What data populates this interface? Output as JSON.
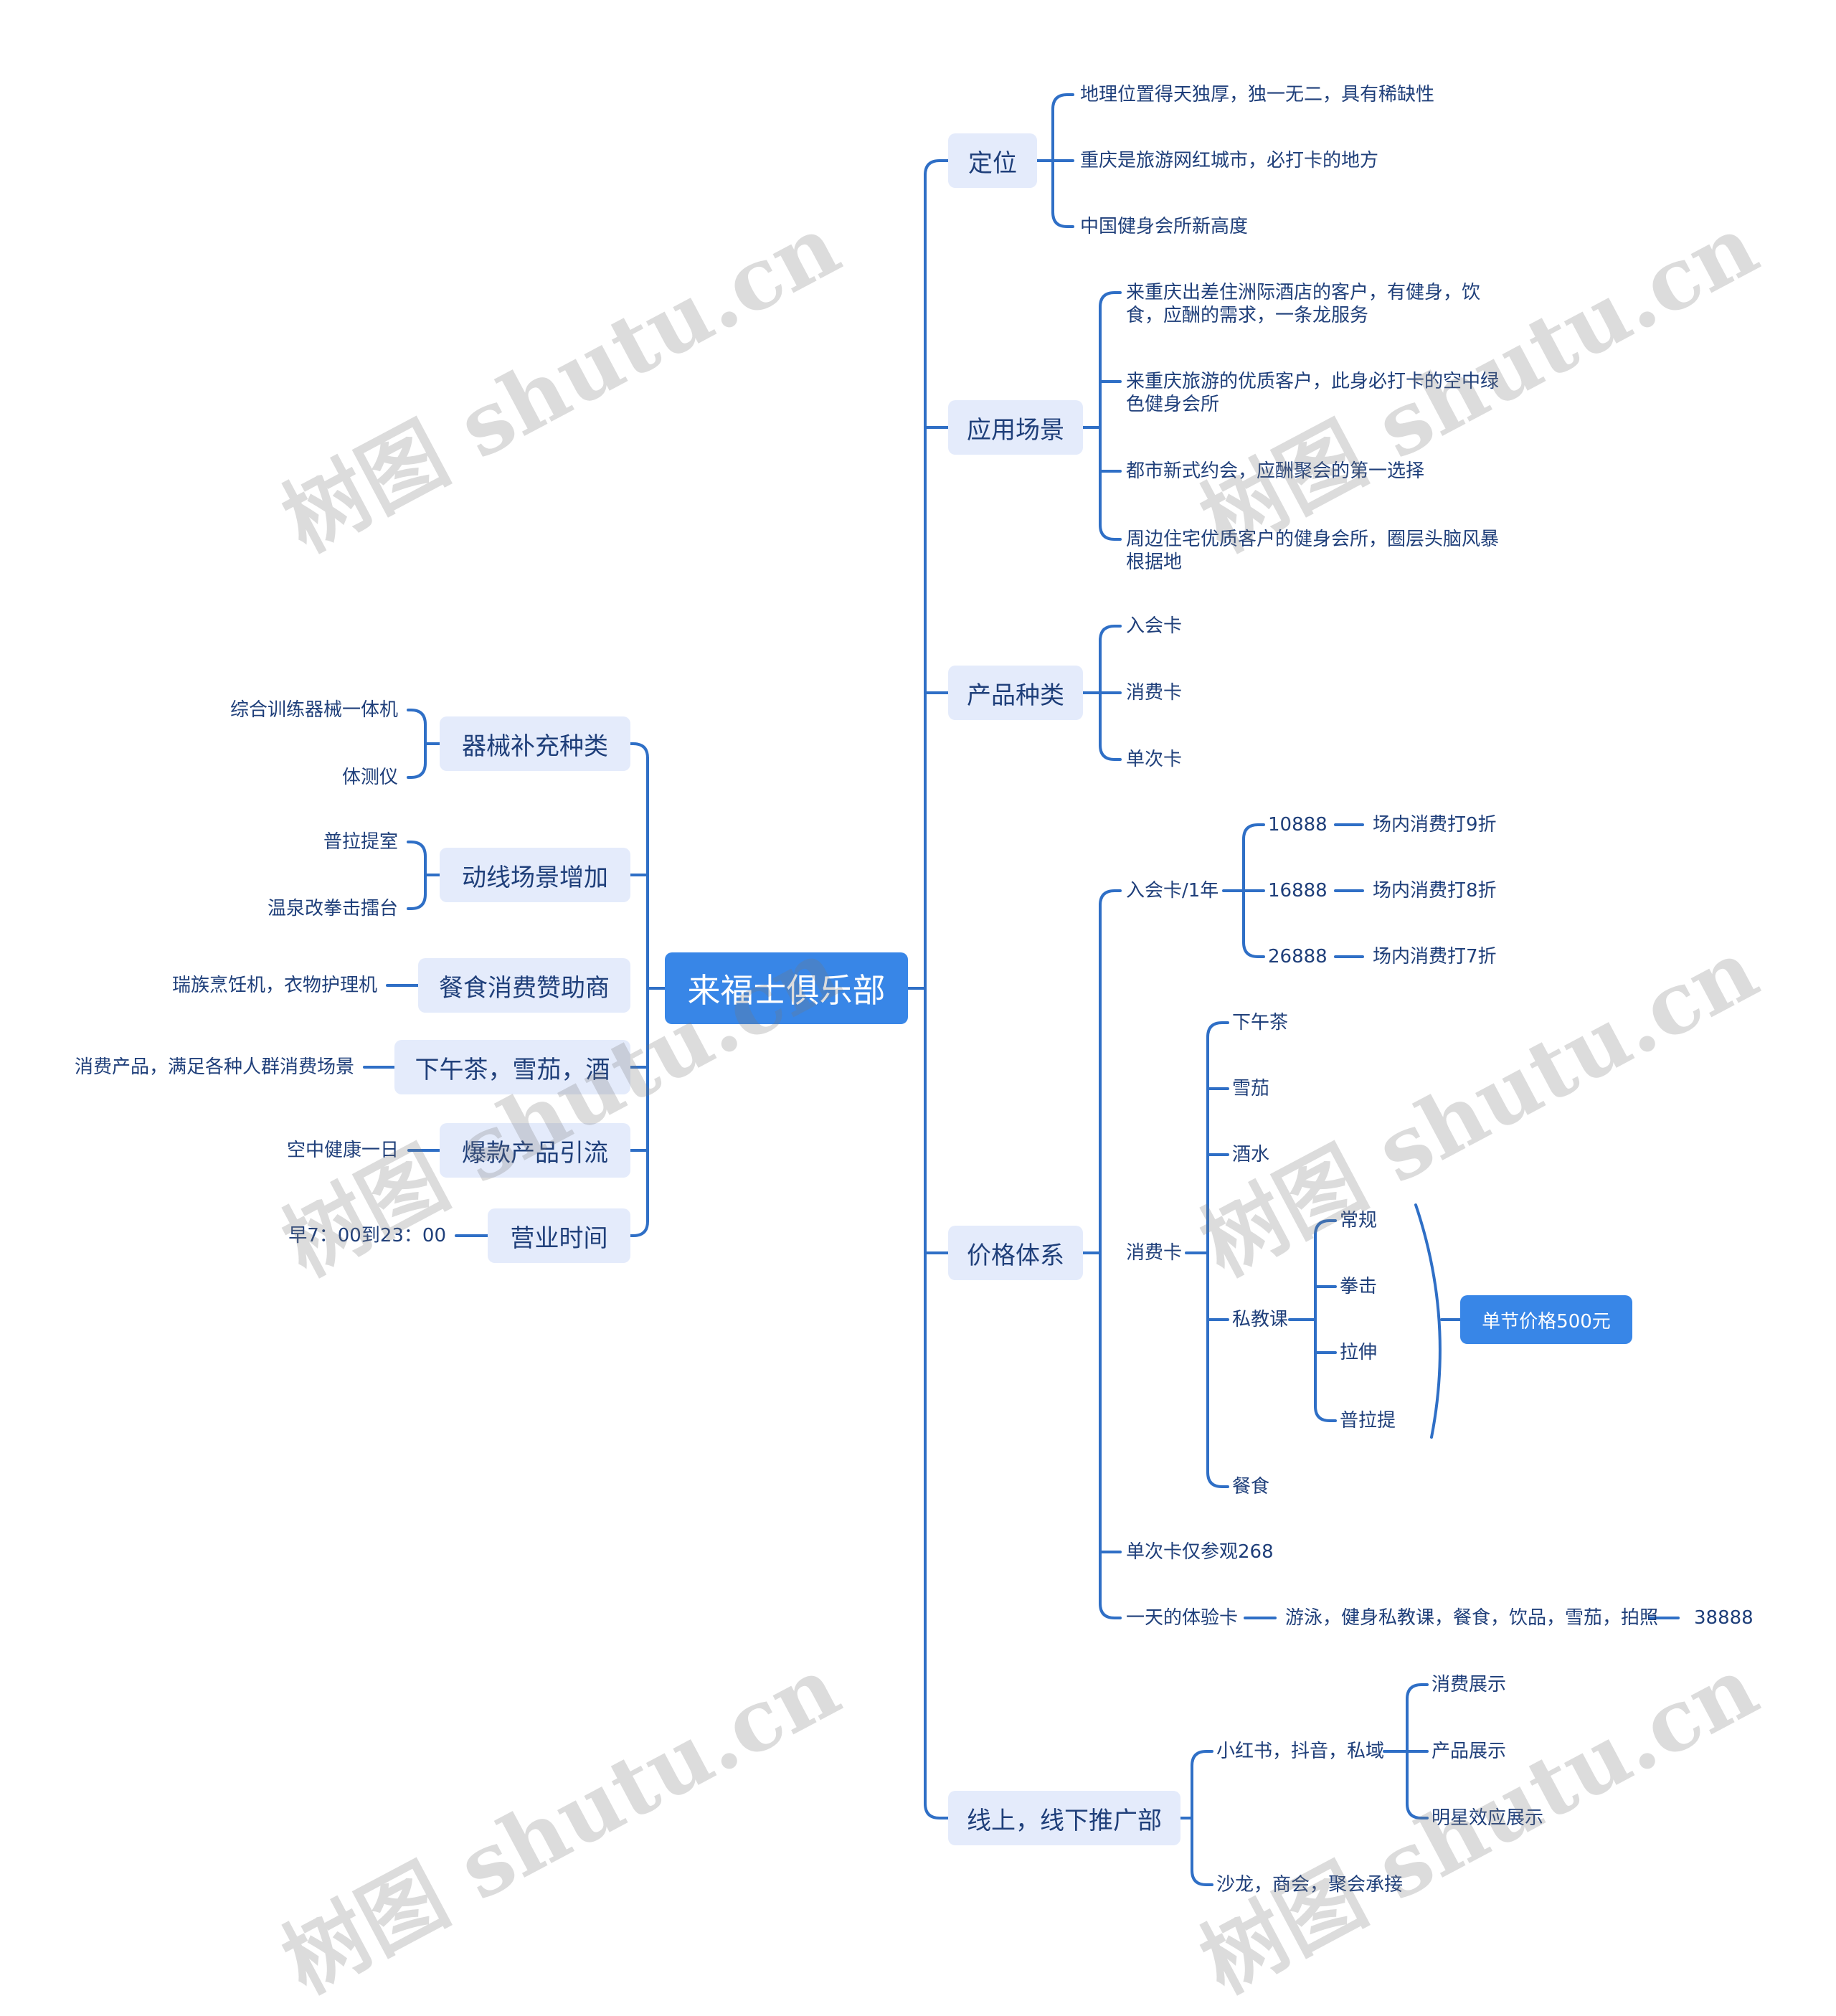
{
  "root": "来福士俱乐部",
  "right": {
    "positioning": {
      "label": "定位",
      "items": [
        "地理位置得天独厚，独一无二，具有稀缺性",
        "重庆是旅游网红城市，必打卡的地方",
        "中国健身会所新高度"
      ]
    },
    "scenarios": {
      "label": "应用场景",
      "items": [
        "来重庆出差住洲际酒店的客户，有健身，饮食，应酬的需求，一条龙服务",
        "来重庆旅游的优质客户，此身必打卡的空中绿色健身会所",
        "都市新式约会，应酬聚会的第一选择",
        "周边住宅优质客户的健身会所，圈层头脑风暴根据地"
      ]
    },
    "products": {
      "label": "产品种类",
      "items": [
        "入会卡",
        "消费卡",
        "单次卡"
      ]
    },
    "pricing": {
      "label": "价格体系",
      "membership": {
        "label": "入会卡/1年",
        "tiers": [
          {
            "price": "10888",
            "benefit": "场内消费打9折"
          },
          {
            "price": "16888",
            "benefit": "场内消费打8折"
          },
          {
            "price": "26888",
            "benefit": "场内消费打7折"
          }
        ]
      },
      "consumption": {
        "label": "消费卡",
        "items": [
          "下午茶",
          "雪茄",
          "酒水",
          "餐食"
        ],
        "private": {
          "label": "私教课",
          "items": [
            "常规",
            "拳击",
            "拉伸",
            "普拉提"
          ],
          "summary": "单节价格500元"
        }
      },
      "single": "单次卡仅参观268",
      "daypass": {
        "label": "一天的体验卡",
        "content": "游泳，健身私教课，餐食，饮品，雪茄，拍照",
        "price": "38888"
      }
    },
    "promotion": {
      "label": "线上，线下推广部",
      "online": {
        "label": "小红书，抖音，私域",
        "items": [
          "消费展示",
          "产品展示",
          "明星效应展示"
        ]
      },
      "offline": "沙龙，商会，聚会承接"
    }
  },
  "left": {
    "equipment": {
      "label": "器械补充种类",
      "items": [
        "综合训练器械一体机",
        "体测仪"
      ]
    },
    "flow": {
      "label": "动线场景增加",
      "items": [
        "普拉提室",
        "温泉改拳击擂台"
      ]
    },
    "sponsor": {
      "label": "餐食消费赞助商",
      "item": "瑞族烹饪机，衣物护理机"
    },
    "tea": {
      "label": "下午茶，雪茄，酒",
      "item": "消费产品，满足各种人群消费场景"
    },
    "hot": {
      "label": "爆款产品引流",
      "item": "空中健康一日"
    },
    "hours": {
      "label": "营业时间",
      "item": "早7：00到23：00"
    }
  },
  "watermark": "树图 shutu.cn"
}
